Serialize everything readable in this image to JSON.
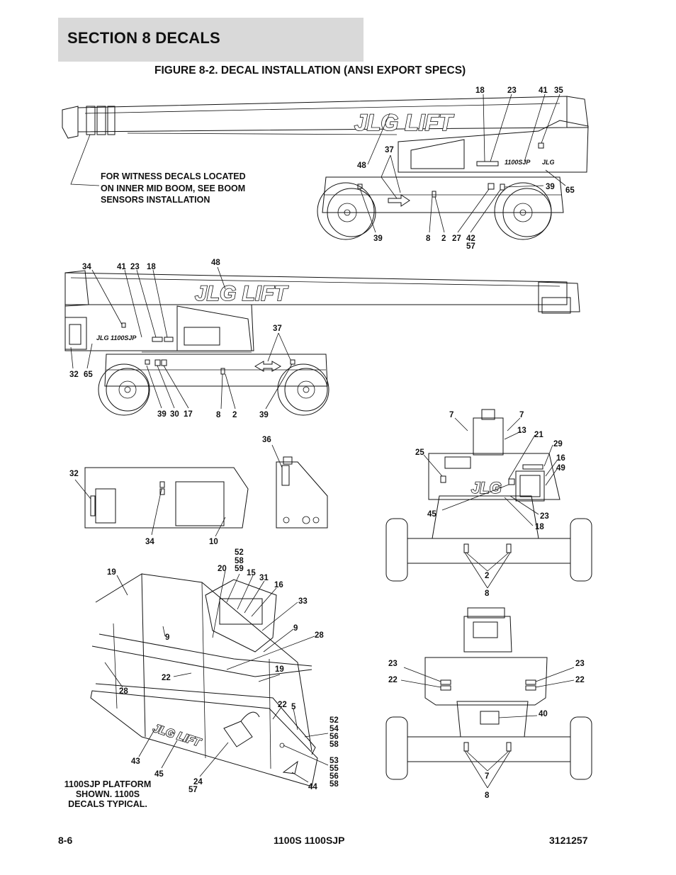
{
  "header": {
    "section_title": "SECTION 8   DECALS"
  },
  "figure_title": "FIGURE 8-2. DECAL INSTALLATION (ANSI EXPORT SPECS)",
  "notes": {
    "witness": [
      "FOR WITNESS DECALS LOCATED",
      "ON INNER MID BOOM, SEE BOOM",
      "SENSORS INSTALLATION"
    ],
    "platform": [
      "1100SJP PLATFORM",
      "SHOWN.  1100S",
      "DECALS TYPICAL."
    ]
  },
  "decals": {
    "logo_text": "JLG LIFT",
    "model_text": "1100SJP",
    "small_logo": "JLG"
  },
  "callouts": {
    "side1": [
      "18",
      "23",
      "41",
      "35",
      "37",
      "48",
      "39",
      "65",
      "39",
      "8",
      "2",
      "27",
      "42",
      "57"
    ],
    "side2": [
      "34",
      "41",
      "23",
      "18",
      "48",
      "37",
      "32",
      "65",
      "39",
      "30",
      "17",
      "8",
      "2",
      "39"
    ],
    "panel": [
      "32",
      "34",
      "10"
    ],
    "bracket": [
      "36"
    ],
    "turntable": [
      "7",
      "7",
      "13",
      "21",
      "29",
      "25",
      "16",
      "49",
      "45",
      "23",
      "18",
      "2",
      "8"
    ],
    "platform": [
      "52",
      "58",
      "59",
      "20",
      "15",
      "31",
      "16",
      "19",
      "33",
      "9",
      "9",
      "28",
      "28",
      "22",
      "19",
      "22",
      "5",
      "52",
      "54",
      "56",
      "58",
      "43",
      "45",
      "24",
      "57",
      "53",
      "55",
      "56",
      "58",
      "44"
    ],
    "rear": [
      "23",
      "23",
      "22",
      "22",
      "40",
      "7",
      "8"
    ]
  },
  "footer": {
    "page": "8-6",
    "model": "1100S 1100SJP",
    "doc_number": "3121257"
  }
}
